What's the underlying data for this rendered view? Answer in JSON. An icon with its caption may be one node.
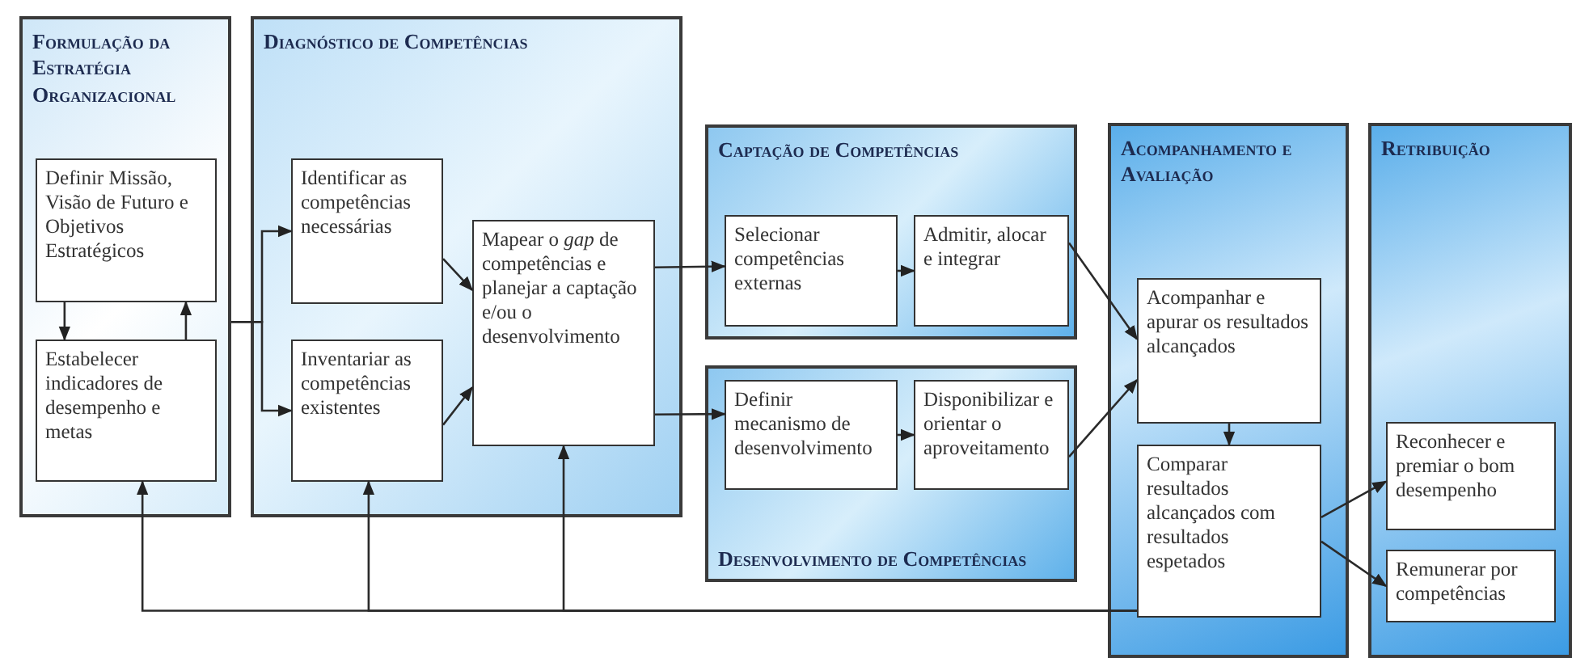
{
  "diagram": {
    "nodes": [
      {
        "text": [
          "Formulação da Estratégia Organizacional"
        ]
      },
      {
        "text": [
          "Definir Missão, Visão de Futuro e Objetivos Estratégicos"
        ],
        "in": 0
      },
      {
        "text": [
          "Estabelecer indicadores de desempenho e metas"
        ],
        "in": 0
      },
      {
        "text": [
          "Diagnóstico de Competências"
        ]
      },
      {
        "text": [
          "Identificar as competências necessárias"
        ],
        "in": 3
      },
      {
        "text": [
          "Inventariar as competências existentes"
        ],
        "in": 3
      },
      {
        "text": [
          "Mapear o *gap* de competências e planejar a captação e/ou o desenvolvimento"
        ],
        "in": 3
      },
      {
        "text": [
          "Captação de Competências"
        ]
      },
      {
        "text": [
          "Selecionar competências externas"
        ],
        "in": 7
      },
      {
        "text": [
          "Admitir, alocar e integrar"
        ],
        "in": 7
      },
      {
        "text": [
          "Desenvolvimento de Competências"
        ]
      },
      {
        "text": [
          "Definir mecanismo de desenvolvimento"
        ],
        "in": 10
      },
      {
        "text": [
          "Disponibilizar e orientar o aproveitamento"
        ],
        "in": 10
      },
      {
        "text": [
          "Acompanhamento e Avaliação"
        ]
      },
      {
        "text": [
          "Acompanhar e apurar os resultados alcançados"
        ],
        "in": 13
      },
      {
        "text": [
          "Comparar resultados alcançados com resultados espetados"
        ],
        "in": 13
      },
      {
        "text": [
          "Retribuição"
        ]
      },
      {
        "text": [
          "Reconhecer e premiar o bom desempenho"
        ],
        "in": 16
      },
      {
        "text": [
          "Remunerar por competências"
        ],
        "in": 16
      }
    ],
    "edges": [
      {
        "from": 1,
        "to": 2,
        "arrow": "to"
      },
      {
        "from": 2,
        "to": 1,
        "arrow": "to"
      },
      {
        "from": 0,
        "to": 4,
        "arrow": "to"
      },
      {
        "from": 0,
        "to": 5,
        "arrow": "to"
      },
      {
        "from": 4,
        "to": 6,
        "arrow": "to"
      },
      {
        "from": 5,
        "to": 6,
        "arrow": "to"
      },
      {
        "from": 6,
        "to": 8,
        "arrow": "to"
      },
      {
        "from": 8,
        "to": 9,
        "arrow": "to"
      },
      {
        "from": 6,
        "to": 11,
        "arrow": "to"
      },
      {
        "from": 11,
        "to": 12,
        "arrow": "to"
      },
      {
        "from": 9,
        "to": 14,
        "arrow": "to"
      },
      {
        "from": 12,
        "to": 14,
        "arrow": "to"
      },
      {
        "from": 14,
        "to": 15,
        "arrow": "to"
      },
      {
        "from": 15,
        "to": 17,
        "arrow": "to"
      },
      {
        "from": 15,
        "to": 18,
        "arrow": "to"
      },
      {
        "from": 15,
        "to": 2,
        "arrow": "to"
      },
      {
        "from": 15,
        "to": 5,
        "arrow": "to"
      },
      {
        "from": 15,
        "to": 6,
        "arrow": "to"
      }
    ]
  }
}
